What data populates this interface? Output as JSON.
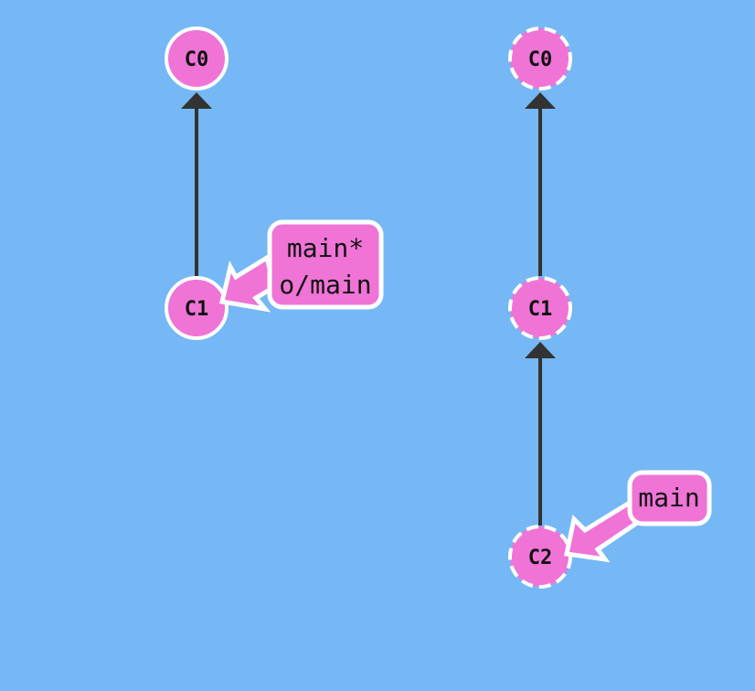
{
  "colors": {
    "background": "#75b8f5",
    "commit_fill": "#ef74d6",
    "commit_stroke": "#ffffff",
    "edge": "#333333",
    "branch_fill": "#ef74d6",
    "branch_stroke": "#ffffff"
  },
  "local_repo": {
    "commits": [
      {
        "id": "C0",
        "style": "solid"
      },
      {
        "id": "C1",
        "style": "solid"
      }
    ],
    "edges": [
      {
        "from": "C1",
        "to": "C0"
      }
    ],
    "branch_tag": {
      "lines": [
        "main*",
        "o/main"
      ],
      "points_to": "C1"
    }
  },
  "remote_repo": {
    "commits": [
      {
        "id": "C0",
        "style": "dashed"
      },
      {
        "id": "C1",
        "style": "dashed"
      },
      {
        "id": "C2",
        "style": "dashed"
      }
    ],
    "edges": [
      {
        "from": "C1",
        "to": "C0"
      },
      {
        "from": "C2",
        "to": "C1"
      }
    ],
    "branch_tag": {
      "lines": [
        "main"
      ],
      "points_to": "C2"
    }
  }
}
